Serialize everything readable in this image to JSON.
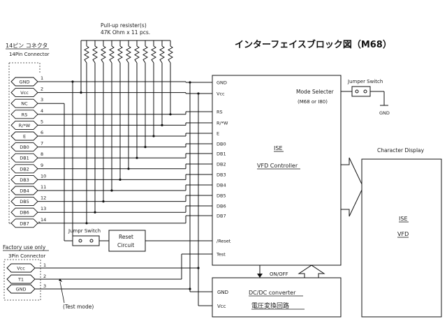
{
  "title": "インターフェイスブロック図（M68）",
  "resistors": {
    "label_line1": "Pull-up resister(s)",
    "label_line2": "47K Ohm x 11 pcs."
  },
  "connector14": {
    "label_jp": "14ピン コネクタ",
    "label_en": "14Pin Connector",
    "pins": [
      {
        "num": "1",
        "name": "GND"
      },
      {
        "num": "2",
        "name": "Vcc"
      },
      {
        "num": "3",
        "name": "NC"
      },
      {
        "num": "4",
        "name": "RS"
      },
      {
        "num": "5",
        "name": "R/*W"
      },
      {
        "num": "6",
        "name": "E"
      },
      {
        "num": "7",
        "name": "DB0"
      },
      {
        "num": "8",
        "name": "DB1"
      },
      {
        "num": "9",
        "name": "DB2"
      },
      {
        "num": "10",
        "name": "DB3"
      },
      {
        "num": "11",
        "name": "DB4"
      },
      {
        "num": "12",
        "name": "DB5"
      },
      {
        "num": "13",
        "name": "DB6"
      },
      {
        "num": "14",
        "name": "DB7"
      }
    ]
  },
  "connector3": {
    "label_factory": "Factory use only",
    "label_en": "3Pin Connector",
    "pins": [
      {
        "num": "1",
        "name": "Vcc"
      },
      {
        "num": "2",
        "name": "T1"
      },
      {
        "num": "3",
        "name": "GND"
      }
    ],
    "test_mode": "(Test mode)"
  },
  "controller": {
    "name": "ISE",
    "subtitle": "VFD Controller",
    "mode_line1": "Mode Selecter",
    "mode_line2": "(M68 or I80)",
    "pins": [
      "GND",
      "Vcc",
      "RS",
      "R/*W",
      "E",
      "DB0",
      "DB1",
      "DB2",
      "DB3",
      "DB4",
      "DB5",
      "DB6",
      "DB7",
      "/Reset",
      "Test"
    ]
  },
  "jumper_top": {
    "label": "Jumper Switch",
    "gnd": "GND"
  },
  "jumper_reset": {
    "label": "Jumpr Switch"
  },
  "reset_circuit": {
    "line1": "Reset",
    "line2": "Circuit"
  },
  "dcdc": {
    "line1": "DC/DC converter",
    "line2": "電圧変換回路",
    "gnd": "GND",
    "vcc": "Vcc",
    "onoff": "ON/OFF"
  },
  "display": {
    "title": "Character Display",
    "line1": "ISE",
    "line2": "VFD"
  }
}
